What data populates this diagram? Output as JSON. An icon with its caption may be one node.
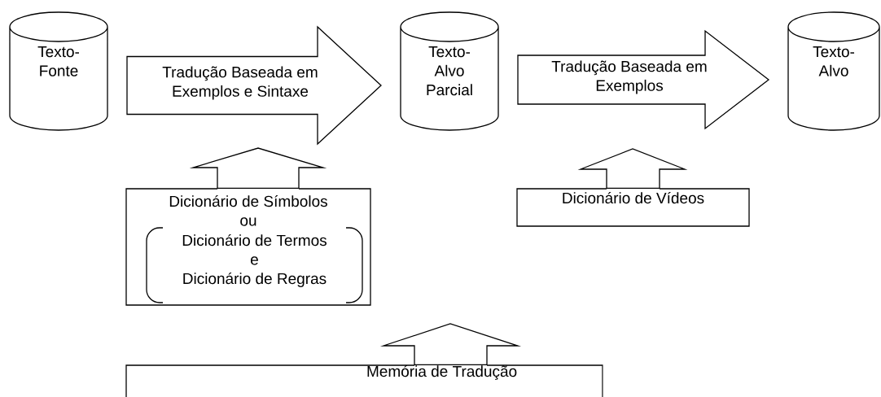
{
  "diagram": {
    "nodes": [
      {
        "text": [
          "Texto-Fonte"
        ]
      },
      {
        "text": [
          "Texto-Alvo Parcial"
        ]
      },
      {
        "text": [
          "Texto-Alvo"
        ]
      },
      {
        "text": [
          "Dicionário de Símbolos",
          "ou"
        ]
      },
      {
        "text": [
          "Dicionário de Termos",
          "e",
          "Dicionário de Regras"
        ],
        "in": 3
      },
      {
        "text": [
          "Dicionário de Vídeos"
        ]
      },
      {
        "text": [
          "Memória de Tradução"
        ]
      }
    ],
    "edges": [
      {
        "from": 0,
        "to": 1,
        "arrow": "to",
        "label": "Tradução Baseada em Exemplos e Sintaxe"
      },
      {
        "from": 1,
        "to": 2,
        "arrow": "to",
        "label": "Tradução Baseada em Exemplos"
      },
      {
        "from": 3,
        "to": null,
        "arrow": "to"
      },
      {
        "from": 5,
        "to": null,
        "arrow": "to"
      },
      {
        "from": 6,
        "to": null,
        "arrow": "to"
      }
    ]
  }
}
